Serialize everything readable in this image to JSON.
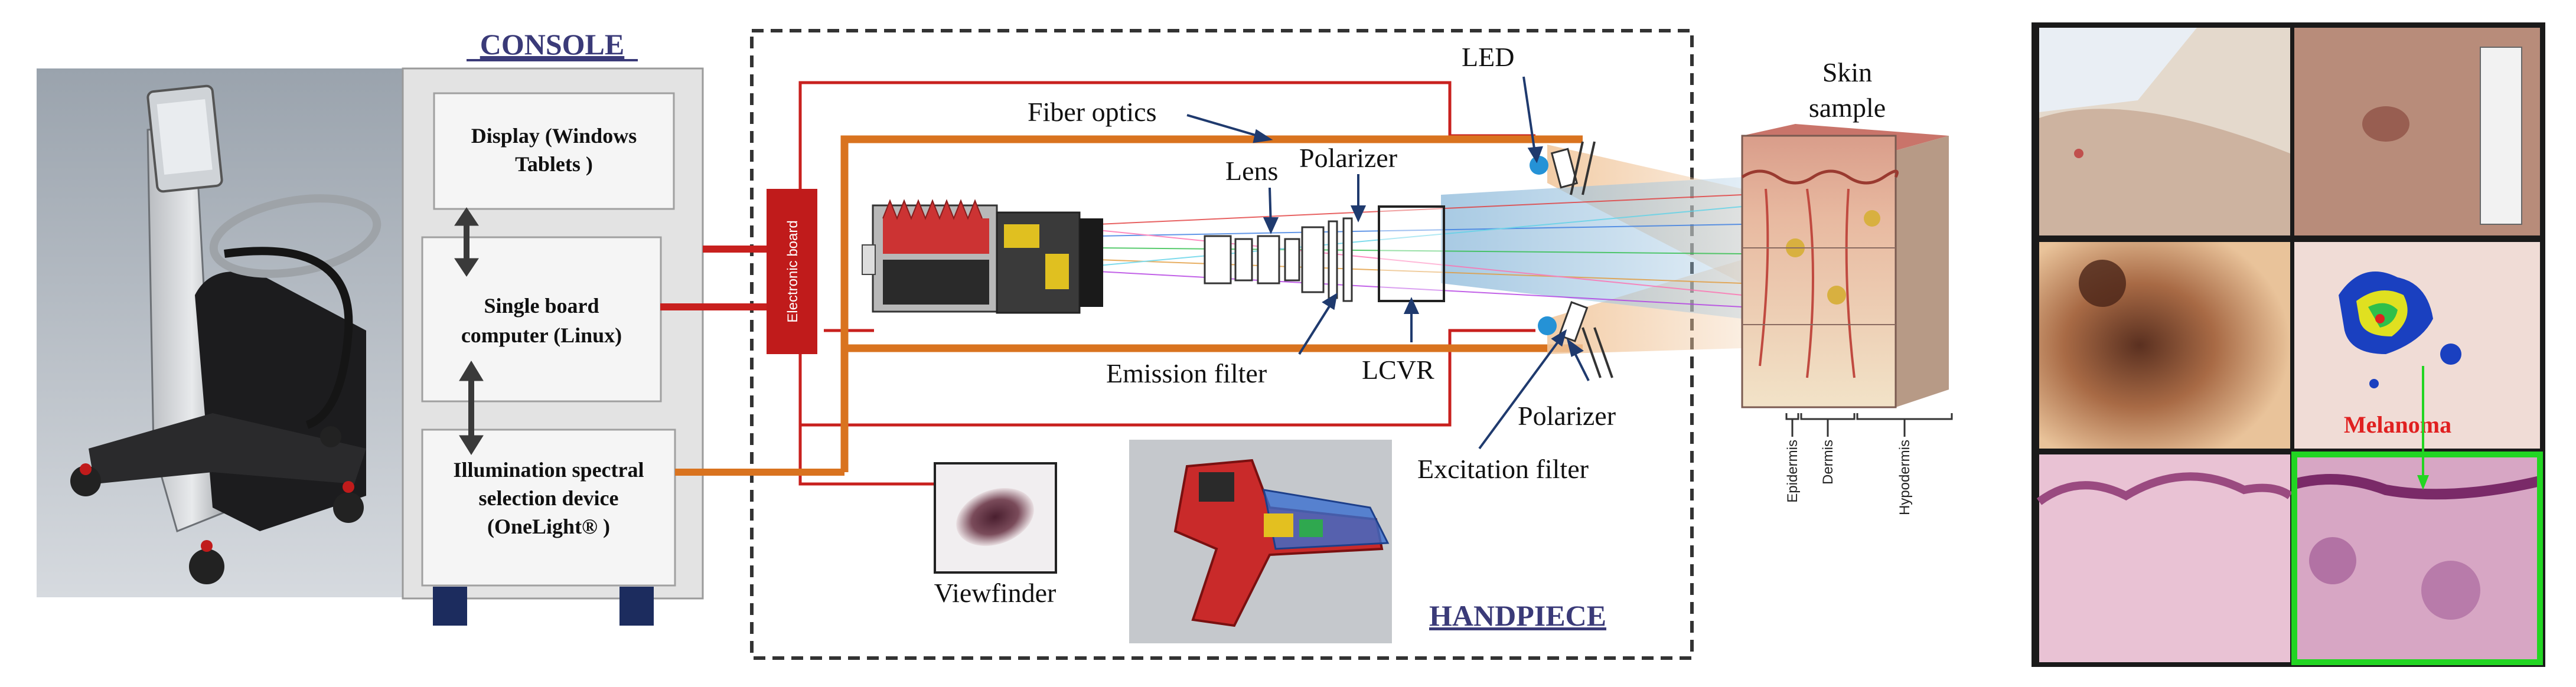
{
  "sections": {
    "console_title": "CONSOLE",
    "handpiece_title": "HANDPIECE"
  },
  "console_boxes": {
    "display_line1": "Display (Windows",
    "display_line2": "Tablets )",
    "sbc_line1": "Single board",
    "sbc_line2": "computer (Linux)",
    "illum_line1": "Illumination spectral",
    "illum_line2": "selection device",
    "illum_line3": "(OneLight® )"
  },
  "handpiece_labels": {
    "electronic_board": "Electronic board",
    "fiber_optics": "Fiber optics",
    "lens": "Lens",
    "polarizer_top": "Polarizer",
    "led": "LED",
    "emission_filter": "Emission filter",
    "lcvr": "LCVR",
    "polarizer_bottom": "Polarizer",
    "excitation_filter": "Excitation filter",
    "viewfinder": "Viewfinder"
  },
  "skin": {
    "title_line1": "Skin",
    "title_line2": "sample",
    "layers": [
      "Epidermis",
      "Dermis",
      "Hypodermis"
    ]
  },
  "images_panel": {
    "melanoma_label": "Melanoma"
  },
  "colors": {
    "fiber": "#d9731f",
    "wire": "#c8201e",
    "board": "#c01b1b",
    "title": "#3a3a78",
    "highlight": "#22d522",
    "melanoma": "#e02020"
  }
}
